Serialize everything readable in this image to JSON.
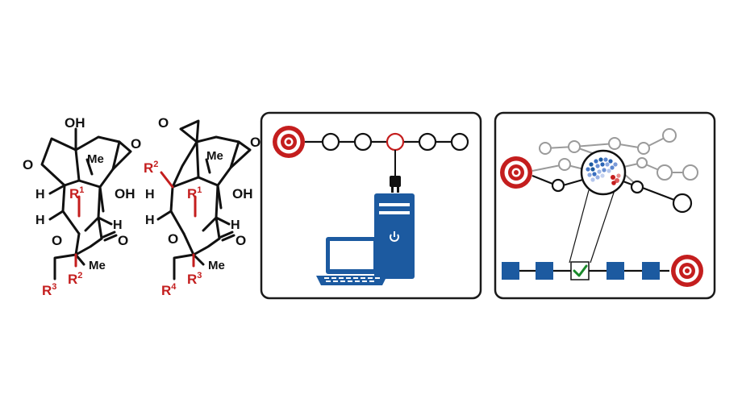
{
  "molecule_1": {
    "labels": {
      "oh_top": "OH",
      "o_epoxide": "O",
      "o_ring": "O",
      "me": "Me",
      "oh_right": "OH",
      "h1": "H",
      "r1": "R",
      "r1_sup": "1",
      "h2": "H",
      "h3": "H",
      "o_lactone": "O",
      "o_carbonyl": "O",
      "me2": "Me",
      "r2": "R",
      "r2_sup": "2",
      "r3": "R",
      "r3_sup": "3"
    }
  },
  "molecule_2": {
    "labels": {
      "o_spiro": "O",
      "o_epoxide": "O",
      "me": "Me",
      "r2": "R",
      "r2_sup": "2",
      "oh": "OH",
      "h1": "H",
      "r1": "R",
      "r1_sup": "1",
      "h2": "H",
      "h3": "H",
      "o_lactone": "O",
      "o_carbonyl": "O",
      "me2": "Me",
      "r3": "R",
      "r3_sup": "3",
      "r4": "R",
      "r4_sup": "4"
    }
  },
  "colors": {
    "accent_red": "#c41e1e",
    "computer_blue": "#1c5aa0",
    "graph_gray": "#9a9a9a",
    "check_green": "#1a8a2a",
    "ink": "#111111"
  },
  "icons": {
    "target": "target-icon",
    "plug": "plug-icon",
    "computer": "desktop-computer-icon",
    "laptop": "laptop-icon",
    "power": "power-icon",
    "magnifier": "magnifier-icon",
    "check": "checkmark-icon"
  }
}
